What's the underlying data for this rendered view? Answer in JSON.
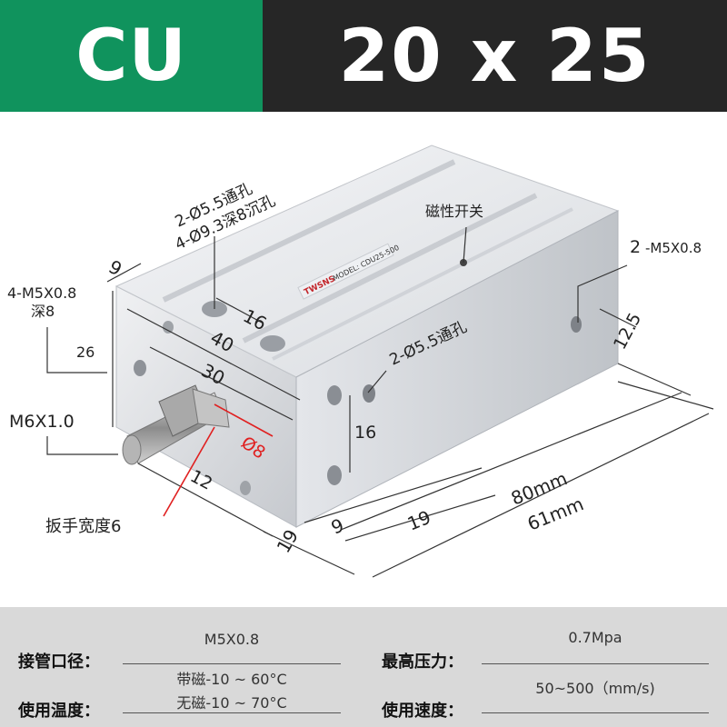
{
  "header": {
    "model": "CU",
    "size": "20 x 25",
    "model_bg": "#10935d",
    "size_bg": "#262626"
  },
  "drawing": {
    "brand": "TWSNS",
    "model_plate": "MODEL: CDU25-500",
    "callouts": {
      "through_hole": "2-Ø5.5通孔",
      "counterbore": "4-Ø9.3深8沉孔",
      "magnetic_switch": "磁性开关",
      "side_port_count": "2",
      "side_port_thread": "-M5X0.8",
      "side_port_offset": "12.5",
      "front_holes_line1": "4-M5X0.8",
      "front_holes_line2": "深8",
      "front_height": "26",
      "rod_thread": "M6X1.0",
      "wrench_width": "扳手宽度6",
      "rod_diameter": "Ø8",
      "rod_length": "12",
      "mid_through_hole": "2-Ø5.5通孔",
      "mid_height": "16"
    },
    "dims": {
      "d9_top": "9",
      "d16": "16",
      "d40": "40",
      "d30": "30",
      "d9_bottom": "9",
      "d19_right": "19",
      "d19_left": "19",
      "d80": "80mm",
      "d61": "61mm"
    }
  },
  "specs": {
    "port_label": "接管口径：",
    "port_value": "M5X0.8",
    "pressure_label": "最高压力：",
    "pressure_value": "0.7Mpa",
    "temp_label": "使用温度：",
    "temp_value_1": "带磁-10 ~ 60°C",
    "temp_value_2": "无磁-10 ~ 70°C",
    "speed_label": "使用速度：",
    "speed_value": "50~500（mm/s)"
  }
}
